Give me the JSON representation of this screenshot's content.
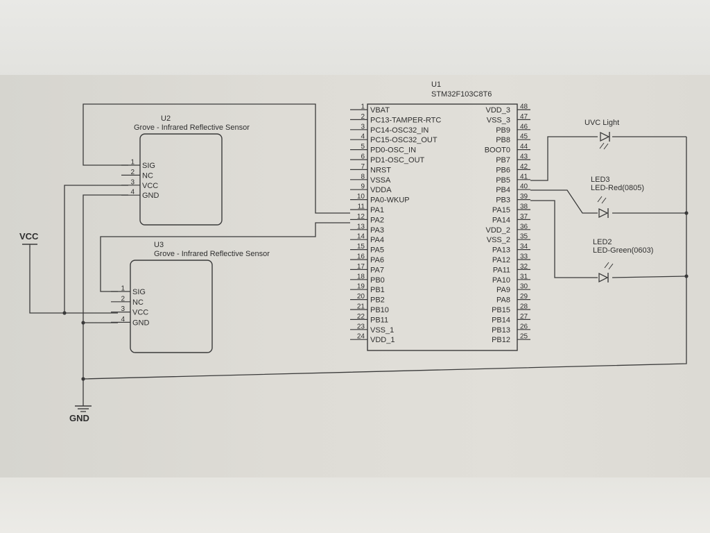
{
  "u1": {
    "ref": "U1",
    "part": "STM32F103C8T6",
    "left_pins": [
      {
        "num": "1",
        "name": "VBAT"
      },
      {
        "num": "2",
        "name": "PC13-TAMPER-RTC"
      },
      {
        "num": "3",
        "name": "PC14-OSC32_IN"
      },
      {
        "num": "4",
        "name": "PC15-OSC32_OUT"
      },
      {
        "num": "5",
        "name": "PD0-OSC_IN"
      },
      {
        "num": "6",
        "name": "PD1-OSC_OUT"
      },
      {
        "num": "7",
        "name": "NRST"
      },
      {
        "num": "8",
        "name": "VSSA"
      },
      {
        "num": "9",
        "name": "VDDA"
      },
      {
        "num": "10",
        "name": "PA0-WKUP"
      },
      {
        "num": "11",
        "name": "PA1"
      },
      {
        "num": "12",
        "name": "PA2"
      },
      {
        "num": "13",
        "name": "PA3"
      },
      {
        "num": "14",
        "name": "PA4"
      },
      {
        "num": "15",
        "name": "PA5"
      },
      {
        "num": "16",
        "name": "PA6"
      },
      {
        "num": "17",
        "name": "PA7"
      },
      {
        "num": "18",
        "name": "PB0"
      },
      {
        "num": "19",
        "name": "PB1"
      },
      {
        "num": "20",
        "name": "PB2"
      },
      {
        "num": "21",
        "name": "PB10"
      },
      {
        "num": "22",
        "name": "PB11"
      },
      {
        "num": "23",
        "name": "VSS_1"
      },
      {
        "num": "24",
        "name": "VDD_1"
      }
    ],
    "right_pins": [
      {
        "num": "48",
        "name": "VDD_3"
      },
      {
        "num": "47",
        "name": "VSS_3"
      },
      {
        "num": "46",
        "name": "PB9"
      },
      {
        "num": "45",
        "name": "PB8"
      },
      {
        "num": "44",
        "name": "BOOT0"
      },
      {
        "num": "43",
        "name": "PB7"
      },
      {
        "num": "42",
        "name": "PB6"
      },
      {
        "num": "41",
        "name": "PB5"
      },
      {
        "num": "40",
        "name": "PB4"
      },
      {
        "num": "39",
        "name": "PB3"
      },
      {
        "num": "38",
        "name": "PA15"
      },
      {
        "num": "37",
        "name": "PA14"
      },
      {
        "num": "36",
        "name": "VDD_2"
      },
      {
        "num": "35",
        "name": "VSS_2"
      },
      {
        "num": "34",
        "name": "PA13"
      },
      {
        "num": "33",
        "name": "PA12"
      },
      {
        "num": "32",
        "name": "PA11"
      },
      {
        "num": "31",
        "name": "PA10"
      },
      {
        "num": "30",
        "name": "PA9"
      },
      {
        "num": "29",
        "name": "PA8"
      },
      {
        "num": "28",
        "name": "PB15"
      },
      {
        "num": "27",
        "name": "PB14"
      },
      {
        "num": "26",
        "name": "PB13"
      },
      {
        "num": "25",
        "name": "PB12"
      }
    ]
  },
  "u2": {
    "ref": "U2",
    "part": "Grove - Infrared Reflective Sensor",
    "pins": [
      {
        "num": "1",
        "name": "SIG"
      },
      {
        "num": "2",
        "name": "NC"
      },
      {
        "num": "3",
        "name": "VCC"
      },
      {
        "num": "4",
        "name": "GND"
      }
    ]
  },
  "u3": {
    "ref": "U3",
    "part": "Grove - Infrared Reflective Sensor",
    "pins": [
      {
        "num": "1",
        "name": "SIG"
      },
      {
        "num": "2",
        "name": "NC"
      },
      {
        "num": "3",
        "name": "VCC"
      },
      {
        "num": "4",
        "name": "GND"
      }
    ]
  },
  "leds": {
    "uvc": {
      "label": "UVC Light"
    },
    "led3": {
      "ref": "LED3",
      "part": "LED-Red(0805)"
    },
    "led2": {
      "ref": "LED2",
      "part": "LED-Green(0603)"
    }
  },
  "power": {
    "vcc": "VCC",
    "gnd": "GND"
  },
  "colors": {
    "ink": "#3a3a3a",
    "paper": "#dedcd6"
  }
}
